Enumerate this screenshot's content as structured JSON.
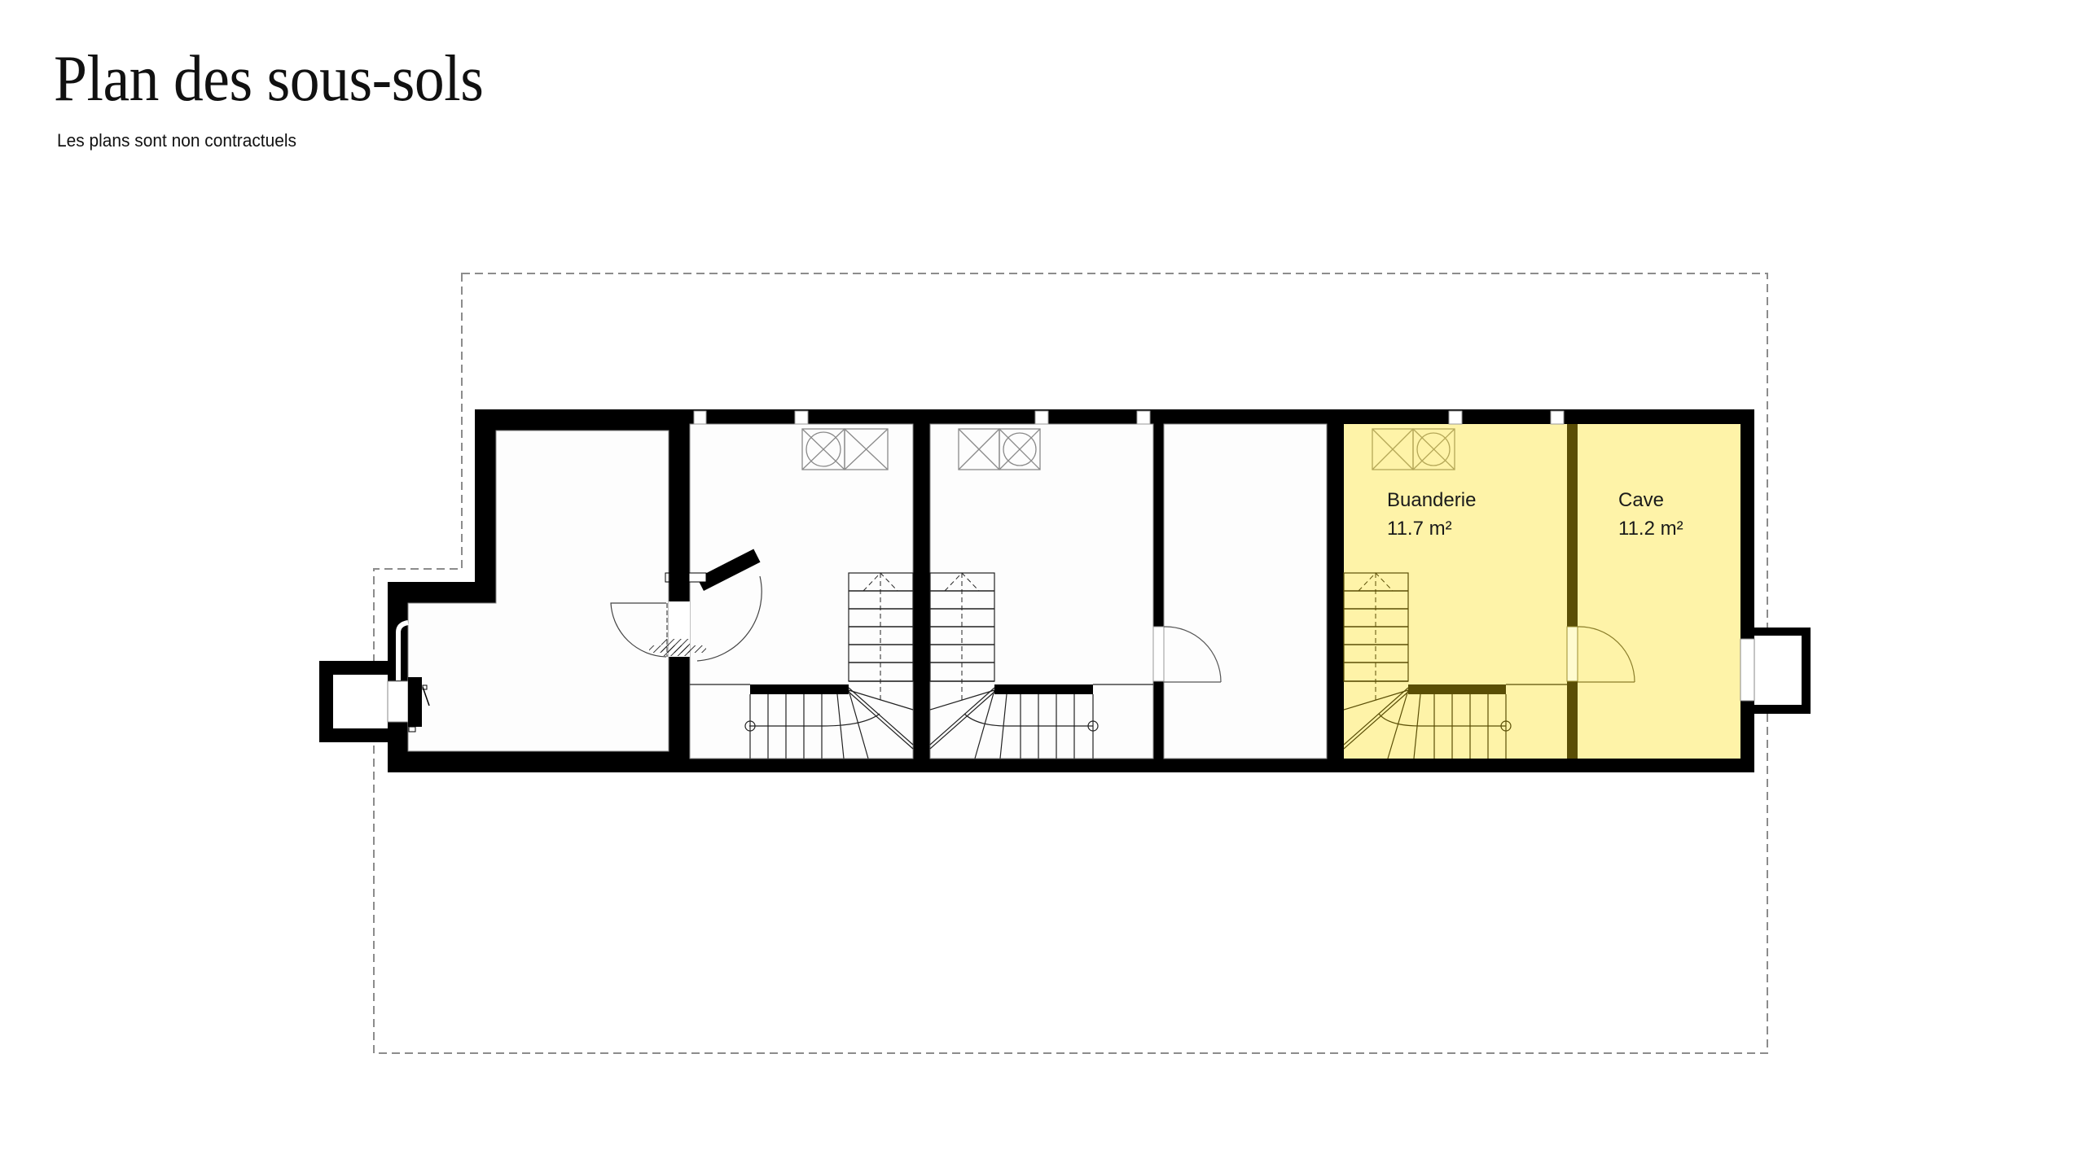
{
  "header": {
    "title": "Plan des sous-sols",
    "subtitle": "Les plans sont non contractuels"
  },
  "plan": {
    "colors": {
      "wall": "#000000",
      "highlight_fill": "#FEF3A8",
      "highlight_wall": "#5A4E05",
      "highlight_line": "#6B5F10",
      "fixture_stroke": "#8a8a8a",
      "dashed_outline": "#8c8c8c",
      "floor": "#fdfdfd"
    },
    "rooms": [
      {
        "id": "buanderie",
        "name": "Buanderie",
        "area": "11.7 m²",
        "highlighted": true
      },
      {
        "id": "cave",
        "name": "Cave",
        "area": "11.2 m²",
        "highlighted": true
      }
    ],
    "icons": [
      "stair-icon",
      "door-swing-icon",
      "washer-dryer-fixture-icon",
      "radiator-icon",
      "window-icon"
    ]
  }
}
